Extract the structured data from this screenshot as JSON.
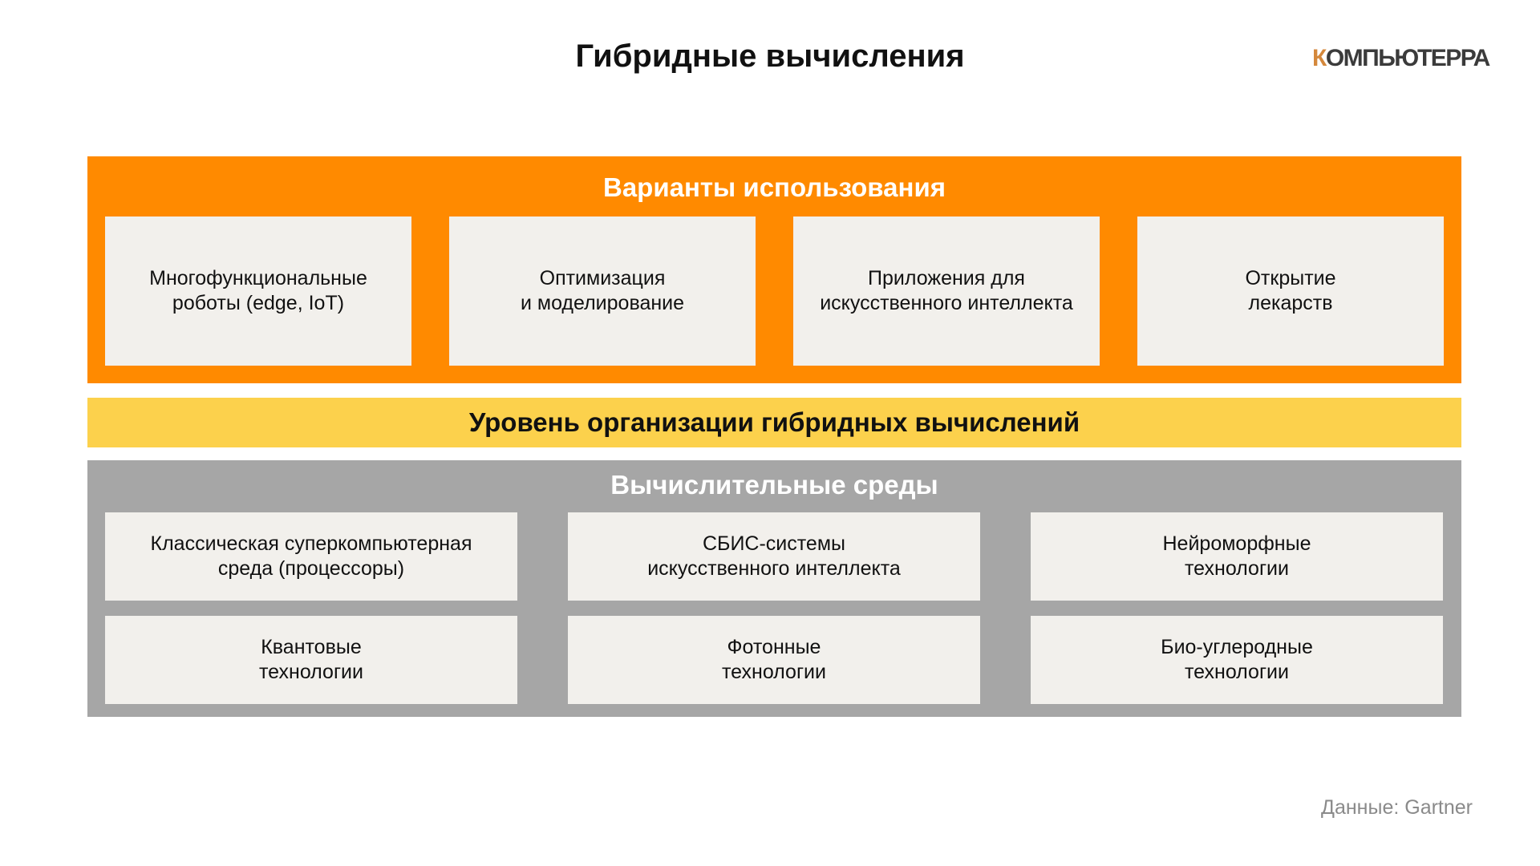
{
  "title": "Гибридные вычисления",
  "logo": {
    "first_letter": "К",
    "rest": "ОМПЬЮТЕРРА"
  },
  "use_cases": {
    "title": "Варианты использования",
    "items": [
      "Многофункциональные\nроботы (edge, IoT)",
      "Оптимизация\nи моделирование",
      "Приложения для\nискусственного интеллекта",
      "Открытие\nлекарств"
    ]
  },
  "orchestration": {
    "title": "Уровень организации гибридных вычислений"
  },
  "environments": {
    "title": "Вычислительные среды",
    "items": [
      "Классическая суперкомпьютерная\nсреда (процессоры)",
      "СБИС-системы\nискусственного интеллекта",
      "Нейроморфные\nтехнологии",
      "Квантовые\nтехнологии",
      "Фотонные\nтехнологии",
      "Био-углеродные\nтехнологии"
    ]
  },
  "source": "Данные: Gartner",
  "colors": {
    "use_cases_bg": "#ff8a00",
    "orchestration_bg": "#fcd14c",
    "environments_bg": "#a6a6a6",
    "card_bg": "#f2f0ec",
    "logo_accent": "#d4883c"
  }
}
